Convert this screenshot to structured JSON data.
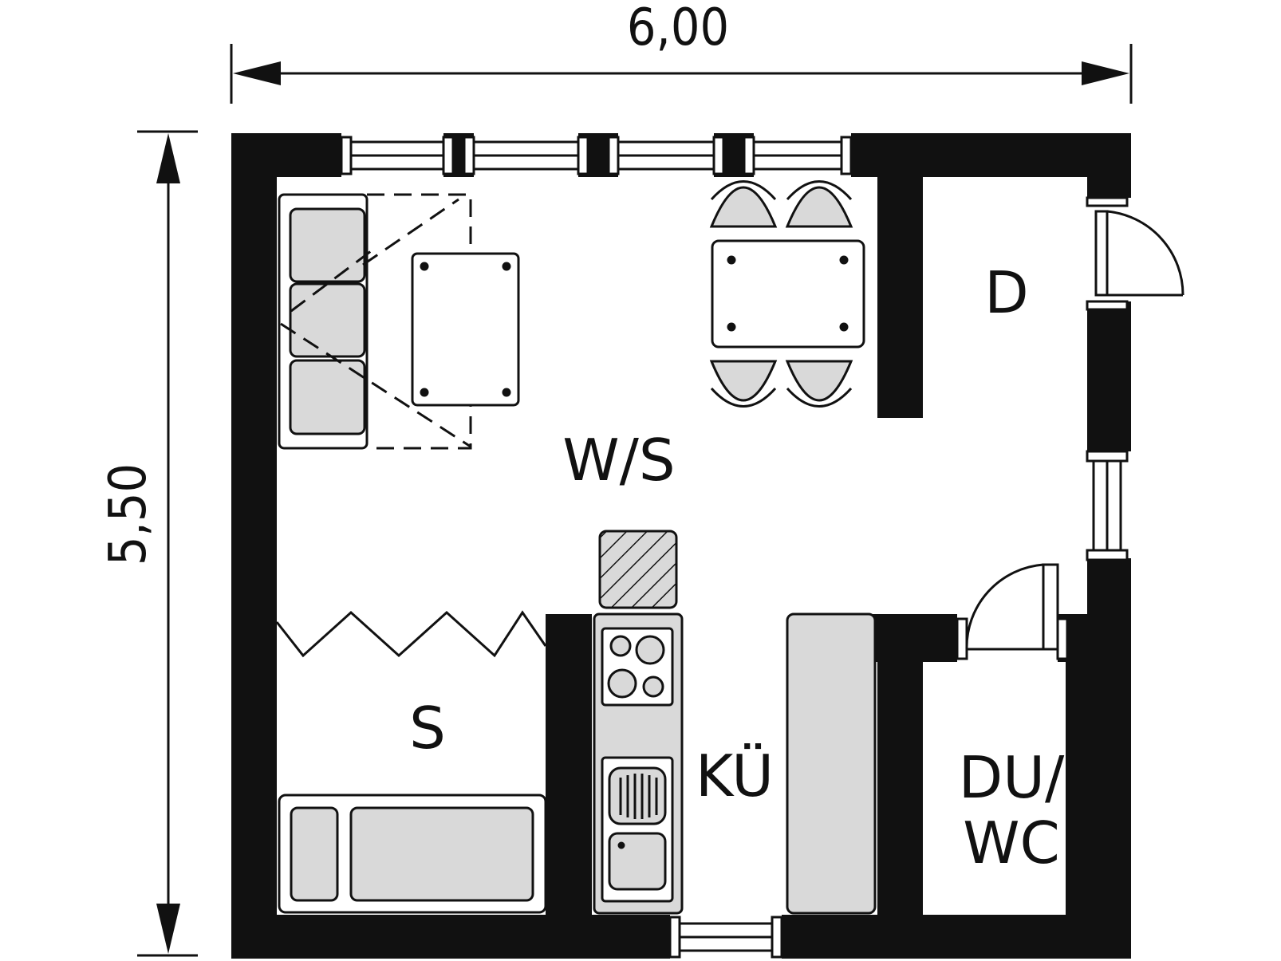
{
  "dimensions": {
    "width": "6,00",
    "height": "5,50"
  },
  "rooms": {
    "living": "W/S",
    "sleeping": "S",
    "kitchen": "KÜ",
    "hall": "D",
    "bath_line1": "DU/",
    "bath_line2": "WC"
  },
  "colors": {
    "wall": "#111111",
    "furniture_fill": "#d9d9d9",
    "background": "#ffffff"
  }
}
